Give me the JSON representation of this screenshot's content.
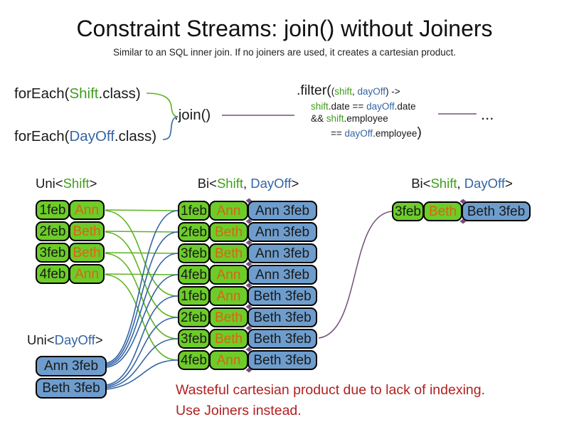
{
  "title": "Constraint Streams: join() without Joiners",
  "subtitle": "Similar to an SQL inner join. If no joiners are used, it creates a cartesian product.",
  "code": {
    "foreach_shift": {
      "prefix": "forEach(",
      "class_name": "Shift",
      "suffix": ".class)"
    },
    "foreach_dayoff": {
      "prefix": "forEach(",
      "class_name": "DayOff",
      "suffix": ".class)"
    },
    "join_label": ".join()",
    "filter": {
      "head": ".filter(",
      "arg_open": "(",
      "arg_shift": "shift",
      "arg_comma": ", ",
      "arg_dayoff": "dayOff",
      "arg_close": ") ->",
      "l2_shift": "shift",
      "l2_mid": ".date == ",
      "l2_dayoff": "dayOff",
      "l2_end": ".date",
      "l3_and": "&& ",
      "l3_shift": "shift",
      "l3_end": ".employee",
      "l4_eq": "== ",
      "l4_dayoff": "dayOff",
      "l4_end": ".employee",
      "l4_close": ")"
    },
    "ellipsis": "..."
  },
  "columns": {
    "uni_shift": {
      "pre": "Uni<",
      "shift": "Shift",
      "post": ">"
    },
    "bi_mid": {
      "pre": "Bi<",
      "shift": "Shift",
      "sep": ", ",
      "dayoff": "DayOff",
      "post": ">"
    },
    "bi_right": {
      "pre": "Bi<",
      "shift": "Shift",
      "sep": ", ",
      "dayoff": "DayOff",
      "post": ">"
    },
    "uni_dayoff": {
      "pre": "Uni<",
      "dayoff": "DayOff",
      "post": ">"
    }
  },
  "shift_rows": [
    {
      "date": "1feb",
      "employee": "Ann"
    },
    {
      "date": "2feb",
      "employee": "Beth"
    },
    {
      "date": "3feb",
      "employee": "Beth"
    },
    {
      "date": "4feb",
      "employee": "Ann"
    }
  ],
  "dayoff_rows": [
    {
      "label": "Ann 3feb"
    },
    {
      "label": "Beth 3feb"
    }
  ],
  "bi_rows": [
    {
      "date": "1feb",
      "employee": "Ann",
      "dayoff": "Ann 3feb"
    },
    {
      "date": "2feb",
      "employee": "Beth",
      "dayoff": "Ann 3feb"
    },
    {
      "date": "3feb",
      "employee": "Beth",
      "dayoff": "Ann 3feb"
    },
    {
      "date": "4feb",
      "employee": "Ann",
      "dayoff": "Ann 3feb"
    },
    {
      "date": "1feb",
      "employee": "Ann",
      "dayoff": "Beth 3feb"
    },
    {
      "date": "2feb",
      "employee": "Beth",
      "dayoff": "Beth 3feb"
    },
    {
      "date": "3feb",
      "employee": "Beth",
      "dayoff": "Beth 3feb"
    },
    {
      "date": "4feb",
      "employee": "Ann",
      "dayoff": "Beth 3feb"
    }
  ],
  "result_row": {
    "date": "3feb",
    "employee": "Beth",
    "dayoff": "Beth 3feb"
  },
  "caption": {
    "line1": "Wasteful cartesian product due to lack of indexing.",
    "line2": "Use Joiners instead."
  },
  "colors": {
    "shift_box_green": "#6dcc29",
    "dayoff_box_blue": "#6e9dcd",
    "employee_orange": "#db6414",
    "shift_text_green": "#3f9e1a",
    "dayoff_text_blue": "#3465a4",
    "join_line_purple": "#75507b",
    "connector_green": "#5fb321",
    "connector_blue": "#3465a4",
    "warning_red": "#b22020"
  }
}
